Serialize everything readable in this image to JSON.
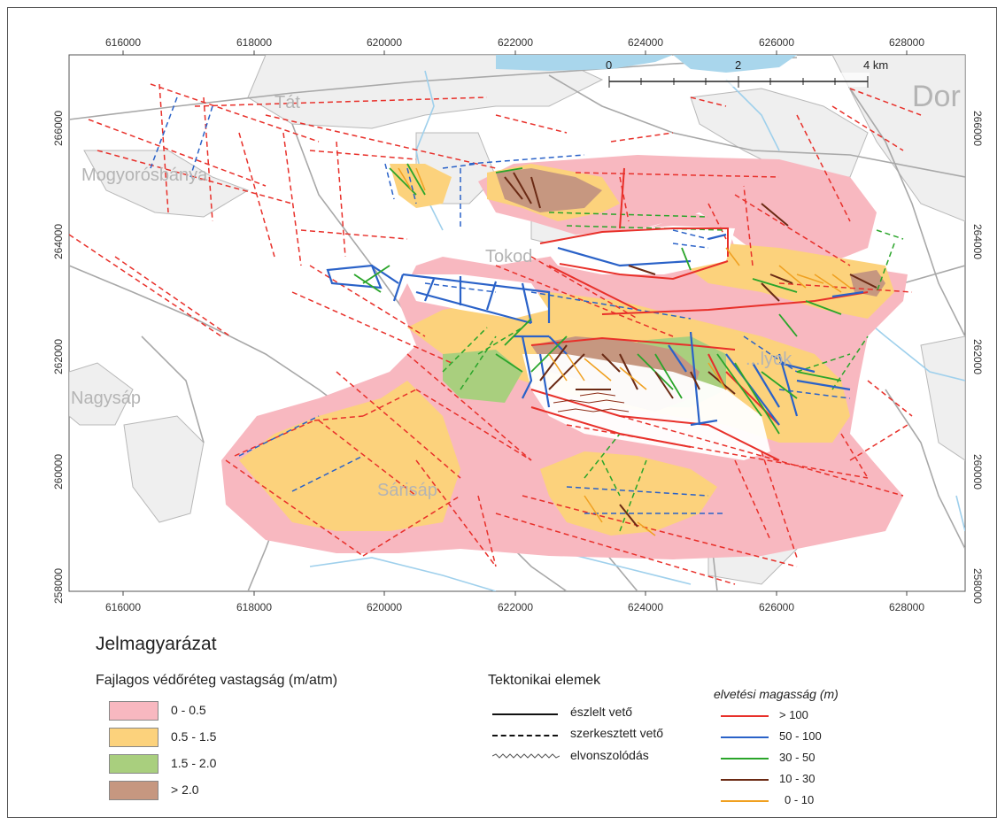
{
  "map": {
    "x_ticks": [
      "616000",
      "618000",
      "620000",
      "622000",
      "624000",
      "626000",
      "628000"
    ],
    "y_ticks": [
      "266000",
      "264000",
      "262000",
      "260000",
      "258000"
    ],
    "places": [
      "Tát",
      "Mogyorósbánya",
      "Tokod",
      "Nagysáp",
      "Sárisáp",
      "Dor",
      "...lyok"
    ],
    "scale": {
      "labels": [
        "0",
        "2",
        "4 km"
      ]
    },
    "colors": {
      "pink": "#f8b8c0",
      "orange": "#fcd27c",
      "green": "#a9cf7e",
      "brown": "#c69780",
      "water": "#a9d6ec",
      "urban": "#efefef",
      "road": "#a8a8a8"
    }
  },
  "legend": {
    "title": "Jelmagyarázat",
    "thickness": {
      "heading": "Fajlagos védőréteg vastagság (m/atm)",
      "items": [
        {
          "label": "0 - 0.5",
          "color": "#f8b8c0"
        },
        {
          "label": "0.5 - 1.5",
          "color": "#fcd27c"
        },
        {
          "label": "1.5 - 2.0",
          "color": "#a9cf7e"
        },
        {
          "label": "> 2.0",
          "color": "#c69780"
        }
      ]
    },
    "tectonic": {
      "heading": "Tektonikai elemek",
      "items": [
        "észlelt vető",
        "szerkesztett vető",
        "elvonszolódás"
      ]
    },
    "throw": {
      "heading": "elvetési magasság (m)",
      "items": [
        {
          "label": "> 100",
          "color": "#e8302a"
        },
        {
          "label": "50 - 100",
          "color": "#2a62c8"
        },
        {
          "label": "30 - 50",
          "color": "#2aa52a"
        },
        {
          "label": "10 - 30",
          "color": "#6b2a14"
        },
        {
          "label": "0 - 10",
          "color": "#f0a020"
        }
      ]
    }
  }
}
